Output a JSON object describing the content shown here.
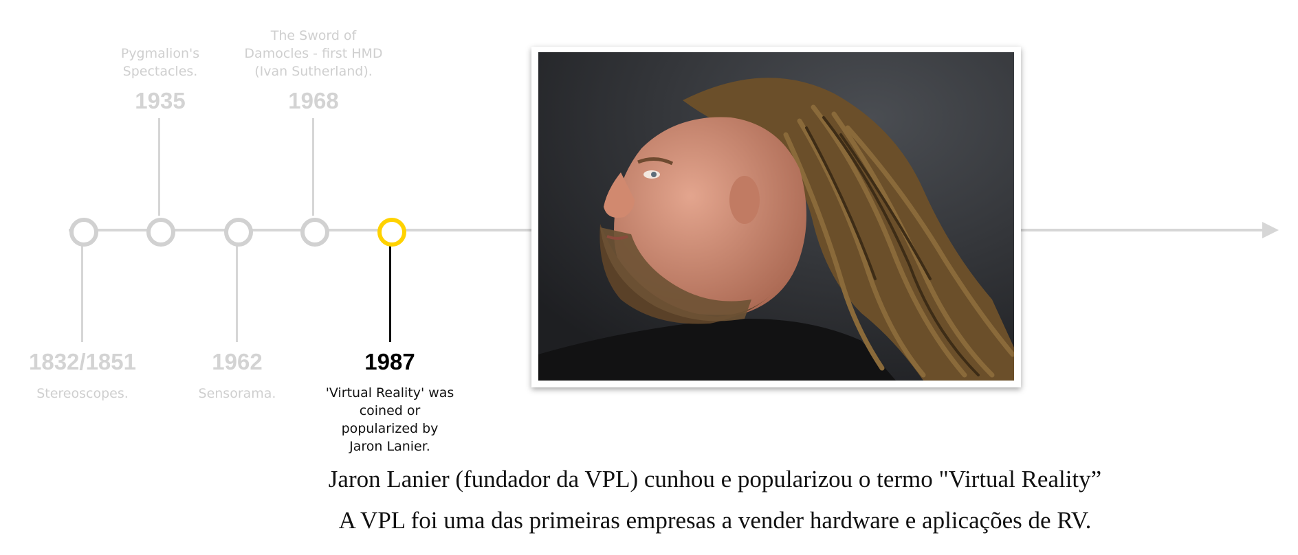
{
  "timeline": {
    "events": [
      {
        "year": "1832/1851",
        "caption": "Stereoscopes.",
        "active": false
      },
      {
        "year": "1935",
        "caption": "Pygmalion's\nSpectacles.",
        "active": false
      },
      {
        "year": "1962",
        "caption": "Sensorama.",
        "active": false
      },
      {
        "year": "1968",
        "caption": "The Sword of\nDamocles - first HMD\n(Ivan Sutherland).",
        "active": false
      },
      {
        "year": "1987",
        "caption": "'Virtual Reality' was\ncoined or\npopularized by\nJaron Lanier.",
        "active": true
      }
    ],
    "colors": {
      "inactive": "#d3d3d3",
      "active_node": "#ffd200",
      "active_text": "#000000"
    }
  },
  "photo": {
    "subject": "portrait-photo"
  },
  "subtitles": {
    "line1": "Jaron Lanier (fundador da VPL) cunhou e popularizou o termo \"Virtual Reality”",
    "line2": "A VPL foi uma das primeiras empresas a vender hardware e aplicações de RV."
  }
}
